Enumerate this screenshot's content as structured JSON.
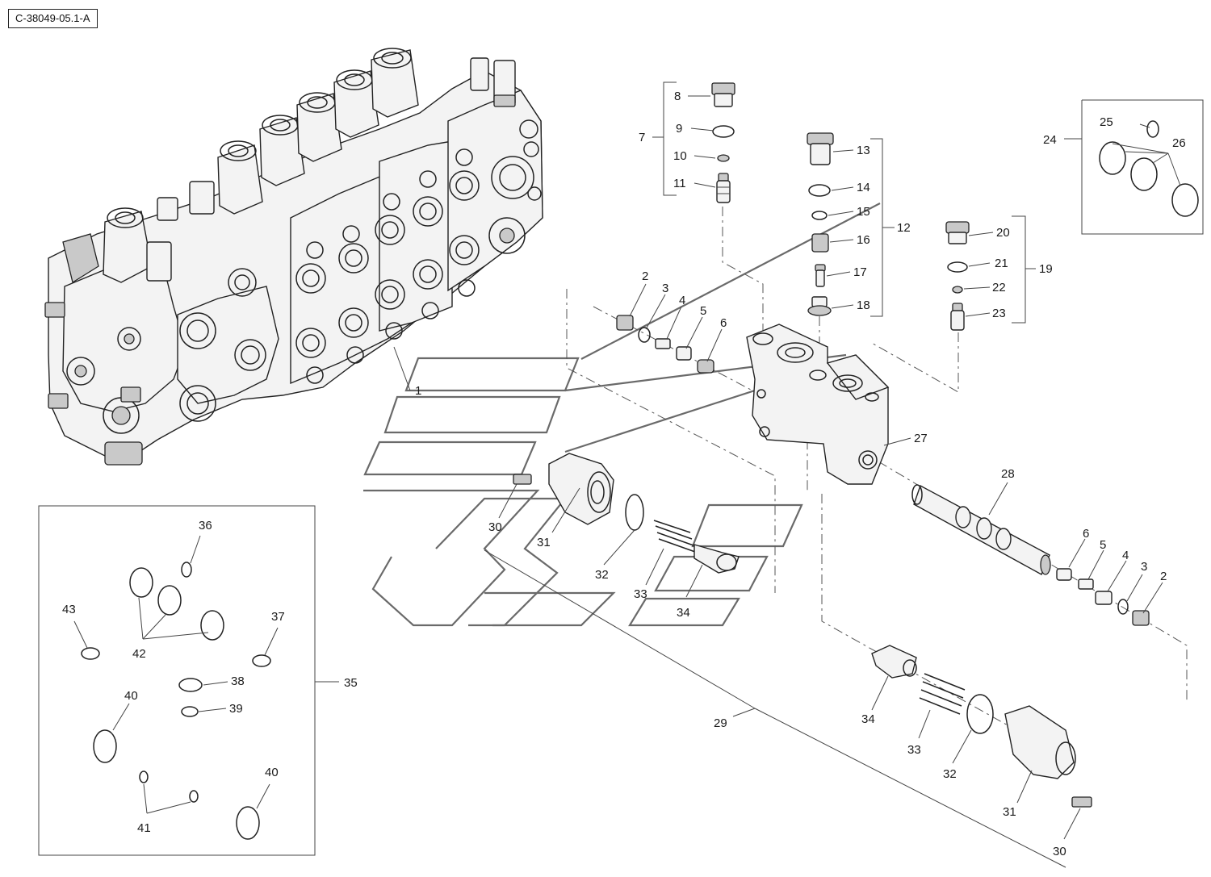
{
  "reference_code": "C-38049-05.1-A",
  "callouts": {
    "c1": "1",
    "c2a": "2",
    "c3a": "3",
    "c4a": "4",
    "c5a": "5",
    "c6a": "6",
    "c7": "7",
    "c8": "8",
    "c9": "9",
    "c10": "10",
    "c11": "11",
    "c12": "12",
    "c13": "13",
    "c14": "14",
    "c15": "15",
    "c16": "16",
    "c17": "17",
    "c18": "18",
    "c19": "19",
    "c20": "20",
    "c21": "21",
    "c22": "22",
    "c23": "23",
    "c24": "24",
    "c25": "25",
    "c26": "26",
    "c27": "27",
    "c28": "28",
    "c29": "29",
    "c30a": "30",
    "c31a": "31",
    "c32a": "32",
    "c33a": "33",
    "c34a": "34",
    "c6b": "6",
    "c5b": "5",
    "c4b": "4",
    "c3b": "3",
    "c2b": "2",
    "c34b": "34",
    "c33b": "33",
    "c32b": "32",
    "c31b": "31",
    "c30b": "30",
    "c35": "35",
    "c36": "36",
    "c37": "37",
    "c38": "38",
    "c39": "39",
    "c40a": "40",
    "c40b": "40",
    "c41": "41",
    "c42": "42",
    "c43": "43"
  }
}
